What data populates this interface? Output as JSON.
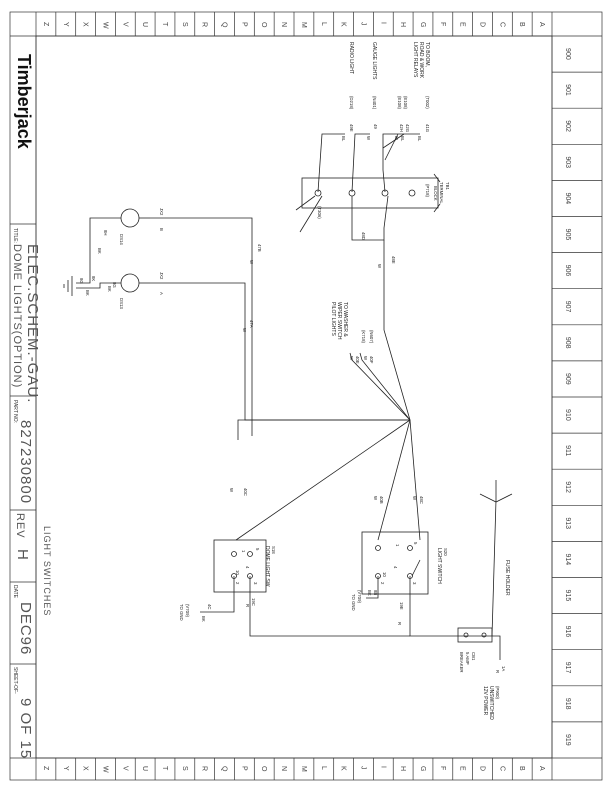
{
  "title_block": {
    "company": "Timberjack",
    "title_caption": "TITLE:",
    "title_line1": "DOME LIGHTS(OPTION)",
    "title_line2": "ELEC.SCHEM.-GAU.",
    "part_caption": "PART NO:",
    "part_no": "827230800",
    "rev_caption": "REV",
    "rev": "H",
    "date_caption": "DATE",
    "date": "DEC96",
    "sheet_caption": "SHEET-OF-",
    "sheet": "9 OF 15",
    "subtitle": "LIGHT SWITCHES"
  },
  "zones": {
    "columns": [
      "900",
      "901",
      "902",
      "903",
      "904",
      "905",
      "906",
      "907",
      "908",
      "909",
      "910",
      "911",
      "912",
      "913",
      "914",
      "915",
      "916",
      "917",
      "918",
      "919"
    ],
    "rows": [
      "A",
      "B",
      "C",
      "D",
      "E",
      "F",
      "G",
      "H",
      "I",
      "J",
      "K",
      "L",
      "M",
      "N",
      "O",
      "P",
      "Q",
      "R",
      "S",
      "T",
      "U",
      "V",
      "W",
      "X",
      "Y",
      "Z"
    ]
  },
  "annotations": {
    "to_boom_1": "TO BOOM,",
    "to_boom_2": "ROAD & WORK",
    "to_boom_3": "LIGHT RELAYS",
    "gauge_lights": "GAUGE LIGHTS",
    "radio_light": "RADIO LIGHT",
    "ref_t002": "(T002)",
    "ref_e108": "(E108)",
    "ref_e108b": "(E108)",
    "ref_n401": "(N401)",
    "ref_d218": "(D218)",
    "w41g": "41G",
    "w42g": "42G",
    "w42h": "42H",
    "w49": "49",
    "w49e": "49E",
    "c_bl1": "BL",
    "c_bl2": "BL",
    "c_bl3": "BL",
    "c_w1": "W",
    "c_bl4": "BL",
    "tb_label": "TB1",
    "tb_name_1": "TERMINAL",
    "tb_name_2": "BLOCK",
    "ref_p718": "(P718)",
    "ref_t306": "(T306)",
    "w48d": "48D",
    "w48e": "48E",
    "w47b": "47B",
    "w47a": "47A",
    "w40f": "40F",
    "w40e": "40E",
    "c_w2": "W",
    "c_w3": "W",
    "c_w4": "W",
    "c_w5": "W",
    "c_w6": "W",
    "ref_n607": "(N607)",
    "ref_k718": "(K718)",
    "to_washer_1": "TO WASHER &",
    "to_washer_2": "WIPER SWITCH",
    "to_washer_3": "PILOT LIGHTS",
    "jx2_b": "JX2",
    "jx2_a": "JX2",
    "pin_b": "B",
    "pin_a": "A",
    "ds14": "DS14",
    "ds13": "DS13",
    "bk1": "BK",
    "bk2": "BK",
    "w8h": "8H",
    "w8g": "8G",
    "w8g2": "8G",
    "w8k": "8K",
    "c_bk3": "BK",
    "w40b": "40B",
    "w48c": "48C",
    "w40c": "40C",
    "c_w7": "W",
    "c_w8": "W",
    "c_w9": "W",
    "s20": "S20",
    "s20_name": "LIGHT SWITCH",
    "s18": "S18",
    "s18_name": "DOME LIGHT SW",
    "w8b": "8B",
    "c_bk4": "BK",
    "ref_v709": "(V709)",
    "to_gnd": "TO GND",
    "w19e": "19E",
    "c_r1": "R",
    "w19c": "19C",
    "c_r2": "R",
    "w4c": "4C",
    "c_bk5": "BK",
    "ref_v709b": "(V709)",
    "to_gnd2": "TO GND",
    "fuse_holder": "FUSE HOLDER",
    "cb1": "CB1",
    "cb1_1": "5 AMP",
    "cb1_2": "BREAKER",
    "w1a": "1A",
    "c_r3": "R",
    "ref_p900": "(P900)",
    "unsw_1": "UNSWITCHED",
    "unsw_2": "12V POWER",
    "t1": "1",
    "t2": "2",
    "t3": "3",
    "t4": "4",
    "t5": "5",
    "t6": "6",
    "t10": "10",
    "t1b": "1",
    "t2b": "2",
    "t3b": "3",
    "t4b": "4",
    "t5b": "5",
    "t10b": "10"
  }
}
